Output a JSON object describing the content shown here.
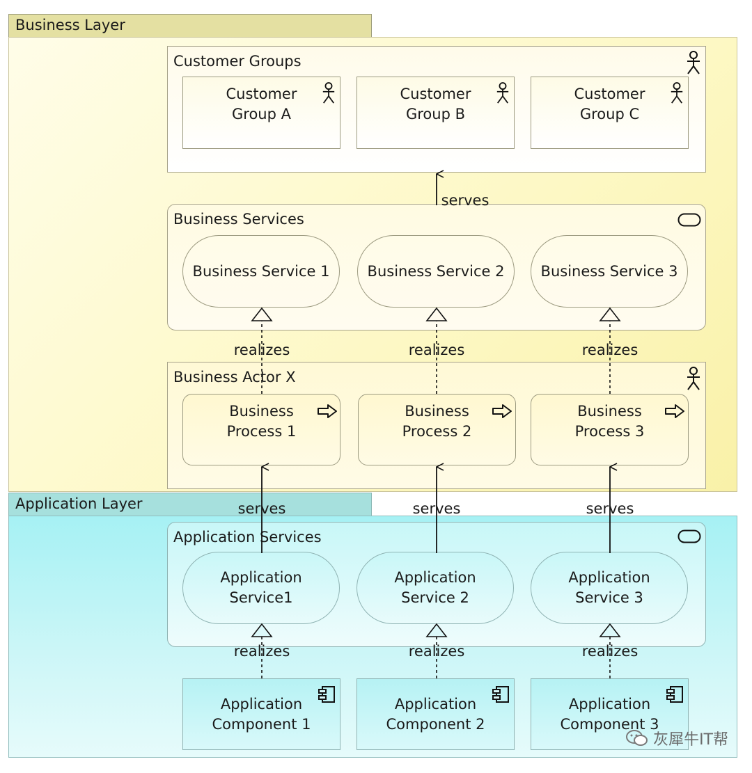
{
  "layers": {
    "business": "Business Layer",
    "application": "Application Layer"
  },
  "groups": {
    "customer_groups": "Customer Groups",
    "business_services": "Business Services",
    "business_actor": "Business Actor X",
    "application_services": "Application Services"
  },
  "customers": [
    "Customer\nGroup A",
    "Customer\nGroup B",
    "Customer\nGroup C"
  ],
  "business_services": [
    "Business Service 1",
    "Business Service 2",
    "Business Service 3"
  ],
  "business_processes": [
    "Business\nProcess 1",
    "Business\nProcess 2",
    "Business\nProcess 3"
  ],
  "application_services": [
    "Application\nService1",
    "Application\nService 2",
    "Application\nService 3"
  ],
  "application_components": [
    "Application\nComponent 1",
    "Application\nComponent 2",
    "Application\nComponent 3"
  ],
  "relations": {
    "serves": "serves",
    "realizes": "realizes"
  },
  "watermark": "灰犀牛IT帮",
  "colors": {
    "business_tab": "#e4e0a2",
    "business_fill": "#fdf8c4",
    "application_tab": "#a6e0dd",
    "application_fill": "#cbf6f7",
    "line": "#111111"
  }
}
